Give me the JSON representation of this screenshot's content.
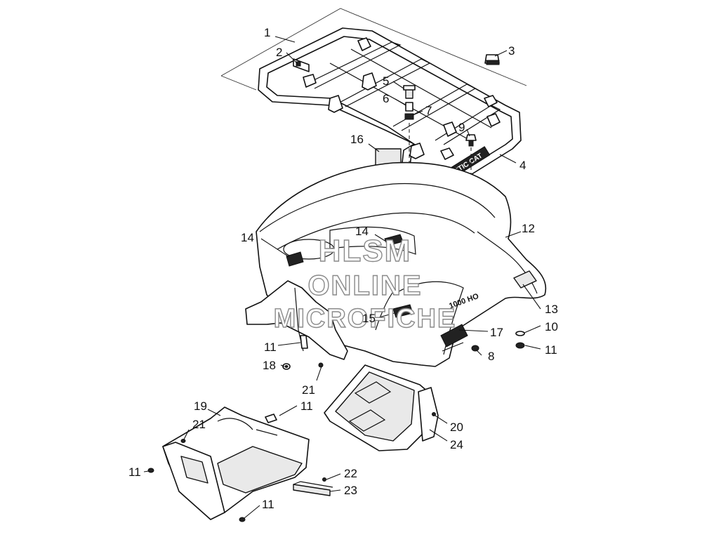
{
  "watermark": {
    "line1": "HLSM",
    "line2": "ONLINE",
    "line3": "MICROFICHE"
  },
  "rack_decal_text": "ARCTIC CAT",
  "fender_decal_text": "1000 HO",
  "callouts": {
    "c1": "1",
    "c2": "2",
    "c3": "3",
    "c4": "4",
    "c5": "5",
    "c6": "6",
    "c7": "7",
    "c8": "8",
    "c9": "9",
    "c10": "10",
    "c11a": "11",
    "c11b": "11",
    "c11c": "11",
    "c11d": "11",
    "c11e": "11",
    "c12": "12",
    "c13": "13",
    "c14a": "14",
    "c14b": "14",
    "c15": "15",
    "c16": "16",
    "c17": "17",
    "c18": "18",
    "c19": "19",
    "c20": "20",
    "c21a": "21",
    "c21b": "21",
    "c22": "22",
    "c23": "23",
    "c24": "24"
  }
}
